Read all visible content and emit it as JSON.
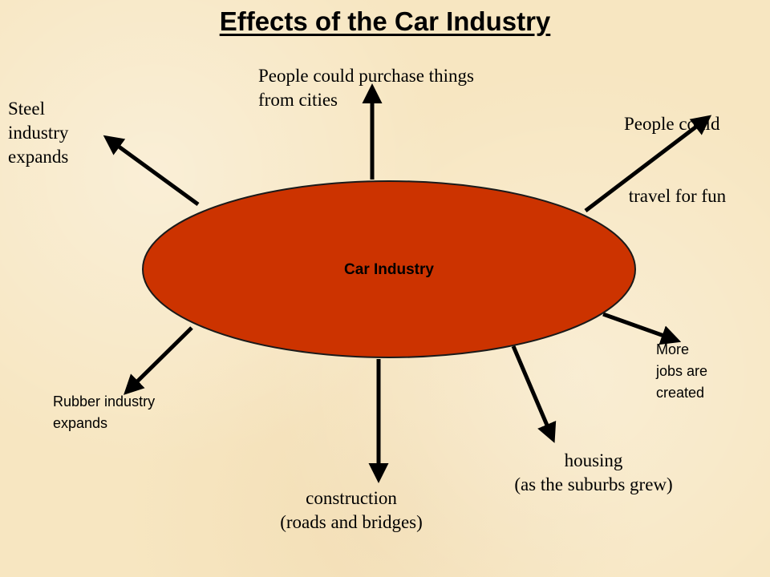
{
  "title": "Effects of the Car Industry",
  "center": {
    "label": "Car Industry",
    "fill": "#cc3300"
  },
  "effects": {
    "purchase": {
      "lines": [
        "People could purchase things",
        "from cities"
      ]
    },
    "travel": {
      "lines": [
        "People could",
        " travel for fun"
      ]
    },
    "steel": {
      "lines": [
        "Steel",
        "industry",
        "expands"
      ]
    },
    "jobs": {
      "lines": [
        "More",
        "jobs are",
        "created"
      ]
    },
    "rubber": {
      "lines": [
        "Rubber industry",
        "expands"
      ]
    },
    "housing": {
      "lines": [
        "housing",
        "(as the suburbs grew)"
      ]
    },
    "construction": {
      "lines": [
        "construction",
        "(roads and bridges)"
      ]
    }
  },
  "colors": {
    "background": "#f7e6c1",
    "arrow": "#000000",
    "hub_fill": "#cc3300"
  }
}
